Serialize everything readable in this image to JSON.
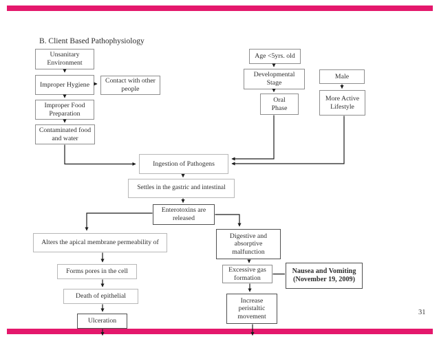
{
  "slide": {
    "title": "B. Client Based Pathophysiology",
    "page_number": "31",
    "accent_color": "#e4186c"
  },
  "nodes": {
    "unsanitary": {
      "label": "Unsanitary\nEnvironment"
    },
    "improper_hygiene": {
      "label": "Improper Hygiene"
    },
    "contact_people": {
      "label": "Contact with other\npeople"
    },
    "improper_food": {
      "label": "Improper Food\nPreparation"
    },
    "contaminated": {
      "label": "Contaminated food\nand water"
    },
    "age": {
      "label": "Age <5yrs. old"
    },
    "developmental": {
      "label": "Developmental\nStage"
    },
    "male": {
      "label": "Male"
    },
    "oral_phase": {
      "label": "Oral\nPhase"
    },
    "more_active": {
      "label": "More Active\nLifestyle"
    },
    "ingestion": {
      "label": "Ingestion of Pathogens"
    },
    "settles": {
      "label": "Settles in the gastric and intestinal"
    },
    "enterotoxins": {
      "label": "Enterotoxins are\nreleased"
    },
    "alters": {
      "label": "Alters the apical membrane permeability of"
    },
    "forms_pores": {
      "label": "Forms pores in the cell"
    },
    "death_epithelial": {
      "label": "Death of epithelial"
    },
    "ulceration": {
      "label": "Ulceration"
    },
    "digestive": {
      "label": "Digestive and\nabsorptive\nmalfunction"
    },
    "excessive_gas": {
      "label": "Excessive gas\nformation"
    },
    "nausea_vomiting": {
      "label": "Nausea and Vomiting\n(November 19, 2009)"
    },
    "increase_peristaltic": {
      "label": "Increase\nperistaltic\nmovement"
    }
  }
}
